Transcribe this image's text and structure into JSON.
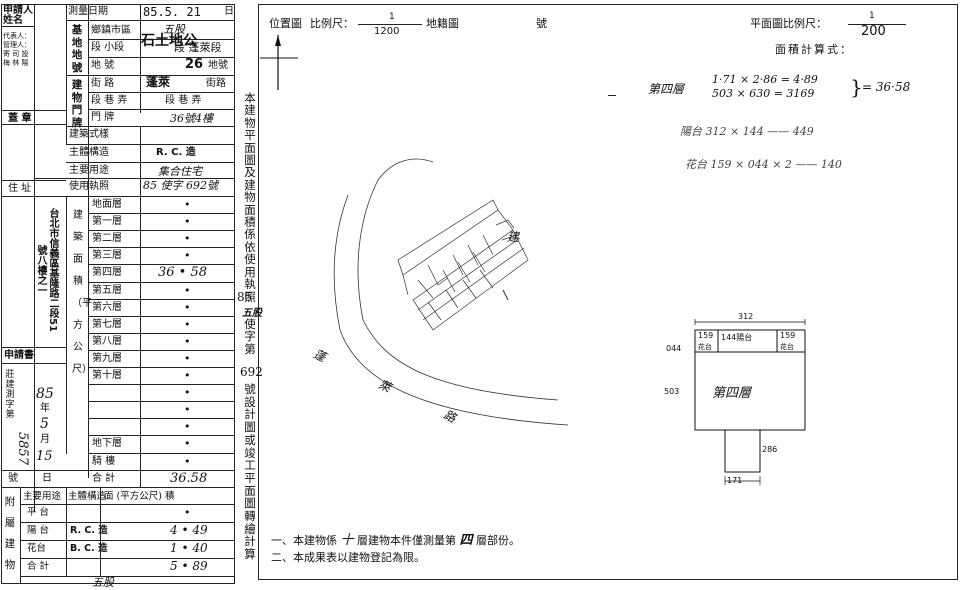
{
  "left_form": {
    "applicant_label": "申請人姓名",
    "applicant_name": [
      "代表人：",
      "管理人：",
      "寄 司 設",
      "梅 林 陽"
    ],
    "seal_label": "蓋  章",
    "address_label": "住  址",
    "address_value": "台北市信義區基隆路二段51號八樓之一",
    "application_label": "申請書",
    "application_value": "莊建測字第",
    "application_num": "5857",
    "year_value": "85",
    "year_label": "年",
    "month_value": "5",
    "month_label": "月",
    "day_value": "15",
    "day_label": "日",
    "number_label": "號",
    "survey_date_label": "測量日期",
    "survey_date_value": "85.5. 21",
    "survey_date_suffix": "日",
    "base_land_label": "基地地號",
    "district_label": "鄉鎮市區",
    "district_value": "五股",
    "section_label": "段  小段",
    "section_value": "石土地公",
    "section_name": "段 蓬萊段",
    "lot_label": "地  號",
    "lot_value": "26",
    "lot_suffix": "地號",
    "door_label": "建物門牌",
    "street_label": "街  路",
    "street_value": "蓬萊",
    "street_suffix": "街路",
    "lane_label": "段 巷 弄",
    "lane_value": "段  巷  弄",
    "door_no_label": "門  牌",
    "door_no_value": "36號4樓",
    "style_label": "建築式樣",
    "structure_label": "主體構造",
    "structure_value": "R. C. 造",
    "use_label": "主要用途",
    "use_value": "集合住宅",
    "permit_label": "使用執照",
    "permit_value": "85  使字 692號",
    "area_label": "建築面積（平方公尺）",
    "floors": [
      {
        "name": "地面層",
        "value": "•"
      },
      {
        "name": "第一層",
        "value": "•"
      },
      {
        "name": "第二層",
        "value": "•"
      },
      {
        "name": "第三層",
        "value": "•"
      },
      {
        "name": "第四層",
        "value": "36 • 58"
      },
      {
        "name": "第五層",
        "value": "•"
      },
      {
        "name": "第六層",
        "value": "•"
      },
      {
        "name": "第七層",
        "value": "•"
      },
      {
        "name": "第八層",
        "value": "•"
      },
      {
        "name": "第九層",
        "value": "•"
      },
      {
        "name": "第十層",
        "value": "•"
      },
      {
        "name": "",
        "value": "•"
      },
      {
        "name": "",
        "value": "•"
      },
      {
        "name": "",
        "value": "•"
      },
      {
        "name": "地下層",
        "value": "•"
      },
      {
        "name": "騎  樓",
        "value": "•"
      }
    ],
    "total_label": "合    計",
    "total_value": "36.58",
    "attached_label": "附屬建物",
    "attached_headers": [
      "主要用途",
      "主體構造",
      "面 (平方公尺) 積"
    ],
    "attached_rows": [
      {
        "use": "平  台",
        "structure": "",
        "area": "•"
      },
      {
        "use": "陽  台",
        "structure": "R. C. 造",
        "area": "4 • 49"
      },
      {
        "use": "花台",
        "structure": "B. C. 造",
        "area": "1 • 40"
      },
      {
        "use": "合  計",
        "structure": "",
        "area": "5 • 89"
      }
    ],
    "bottom_note": "五股"
  },
  "middle_text": "本建物平面圖及建物面積係依使用執照",
  "middle_text2": "使字第",
  "middle_hw_year": "85",
  "middle_hw_mark": "五股",
  "middle_hw_no": "692",
  "middle_text3": "號設計圖或竣工平面圖轉繪計算",
  "location_map": {
    "label": "位置圖",
    "scale_label": "比例尺：",
    "scale_num": "1",
    "scale_den": "1200",
    "cadastral_label": "地籍圖",
    "number_label": "號",
    "road_name": "蓬 萊 路",
    "street_hw": "建"
  },
  "floor_plan": {
    "label": "平面圖比例尺：",
    "scale_num": "1",
    "scale_den": "200",
    "calc_label": "面積計算式：",
    "calc_line1_floor": "第四層",
    "calc_line1_a": "1·71 × 2·86 = 4·89",
    "calc_line1_b": "503 × 630 = 3169",
    "calc_line1_result": "= 36·58",
    "calc_line2": "陽台  312 × 144 —— 449",
    "calc_line3": "花台  159 × 044 × 2 —— 140",
    "dim_312": "312",
    "dim_159a": "159",
    "dim_144": "144陽台",
    "dim_159b": "159",
    "dim_044": "044",
    "label_flower_a": "花台",
    "label_flower_b": "花台",
    "dim_503": "503",
    "room_label": "第四層",
    "dim_286": "286",
    "dim_171": "171"
  },
  "notes": {
    "note1_prefix": "一、本建物係",
    "note1_floors": "十",
    "note1_mid": "層建物本件僅測量第",
    "note1_floor": "四",
    "note1_suffix": "層部份。",
    "note2": "二、本成果表以建物登記為限。"
  }
}
